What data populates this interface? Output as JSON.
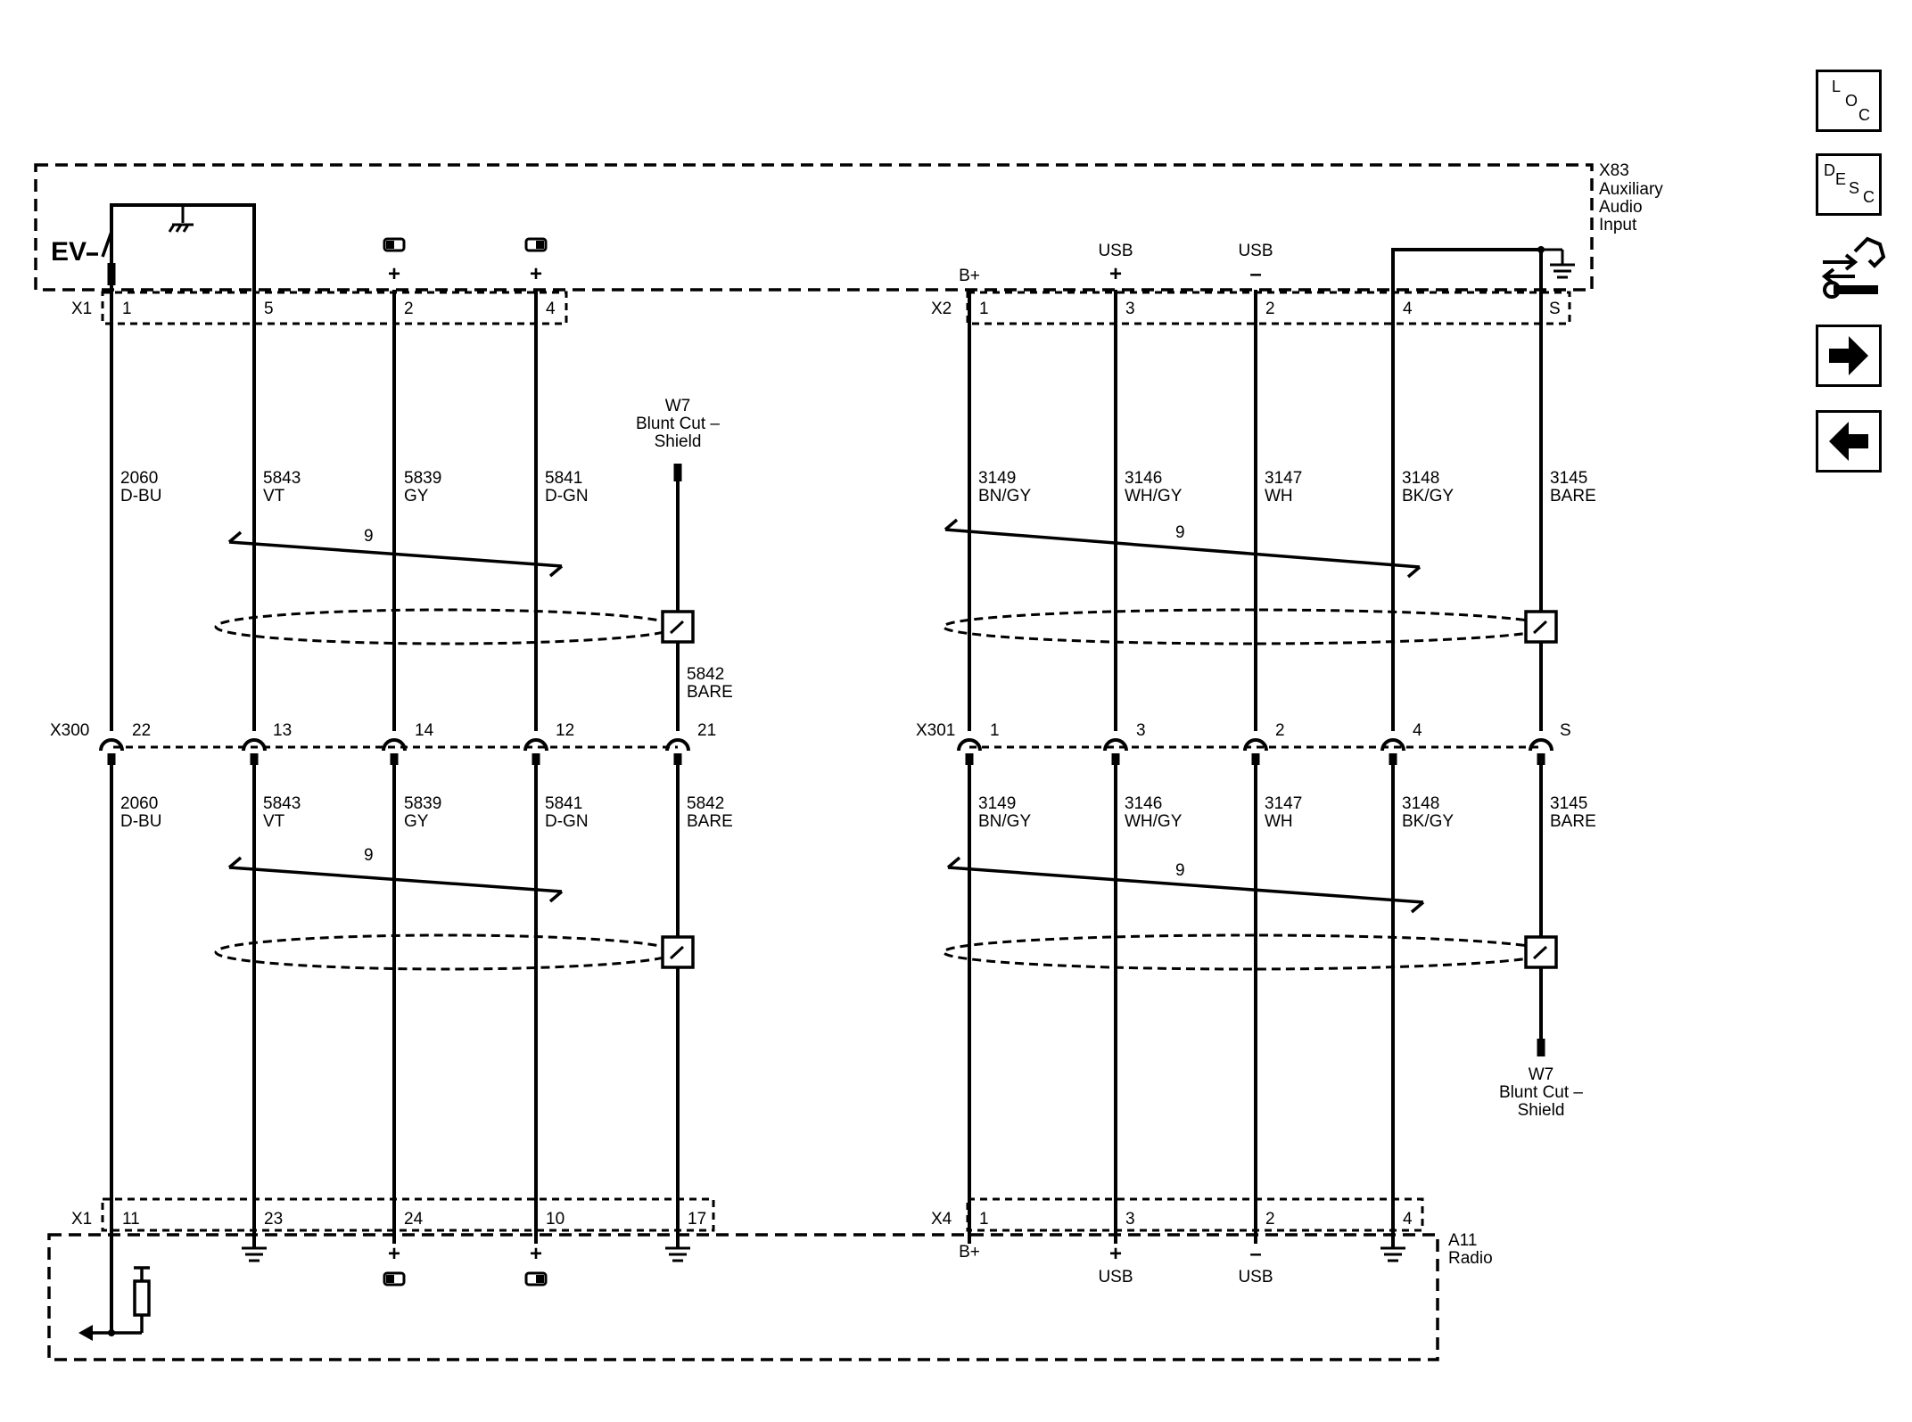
{
  "components": {
    "x83": {
      "ref": "X83",
      "line1": "Auxiliary",
      "line2": "Audio",
      "line3": "Input"
    },
    "a11": {
      "ref": "A11",
      "name": "Radio"
    }
  },
  "connectors": {
    "x1_top": "X1",
    "x2_top": "X2",
    "x300": "X300",
    "x301": "X301",
    "x1_bottom": "X1",
    "x4_bottom": "X4"
  },
  "pins": {
    "x1_top": [
      "1",
      "5",
      "2",
      "4"
    ],
    "x2_top": [
      "1",
      "3",
      "2",
      "4",
      "S"
    ],
    "x300": [
      "22",
      "13",
      "14",
      "12",
      "21"
    ],
    "x301": [
      "1",
      "3",
      "2",
      "4",
      "S"
    ],
    "x1_bottom": [
      "11",
      "23",
      "24",
      "10",
      "17"
    ],
    "x4_bottom": [
      "1",
      "3",
      "2",
      "4"
    ]
  },
  "terminal_labels": {
    "plus": "+",
    "minus": "–",
    "usb": "USB",
    "b_plus": "B+"
  },
  "wires_upper": [
    {
      "circuit": "2060",
      "color": "D-BU"
    },
    {
      "circuit": "5843",
      "color": "VT"
    },
    {
      "circuit": "5839",
      "color": "GY"
    },
    {
      "circuit": "5841",
      "color": "D-GN"
    },
    {
      "circuit": "3149",
      "color": "BN/GY"
    },
    {
      "circuit": "3146",
      "color": "WH/GY"
    },
    {
      "circuit": "3147",
      "color": "WH"
    },
    {
      "circuit": "3148",
      "color": "BK/GY"
    },
    {
      "circuit": "3145",
      "color": "BARE"
    }
  ],
  "wires_lower": [
    {
      "circuit": "2060",
      "color": "D-BU"
    },
    {
      "circuit": "5843",
      "color": "VT"
    },
    {
      "circuit": "5839",
      "color": "GY"
    },
    {
      "circuit": "5841",
      "color": "D-GN"
    },
    {
      "circuit": "5842",
      "color": "BARE"
    },
    {
      "circuit": "3149",
      "color": "BN/GY"
    },
    {
      "circuit": "3146",
      "color": "WH/GY"
    },
    {
      "circuit": "3147",
      "color": "WH"
    },
    {
      "circuit": "3148",
      "color": "BK/GY"
    },
    {
      "circuit": "3145",
      "color": "BARE"
    }
  ],
  "shield_drain": {
    "circuit": "5842",
    "color": "BARE"
  },
  "twist_label": "9",
  "splice_w7": {
    "ref": "W7",
    "line1": "Blunt Cut –",
    "line2": "Shield"
  },
  "ev_label": "EV",
  "nav": {
    "loc": {
      "l1": "L",
      "l2": "O",
      "l3": "C"
    },
    "desc": {
      "l1": "D",
      "l2": "E",
      "l3": "S",
      "l4": "C"
    },
    "icons": [
      "connector-tool-icon",
      "next-arrow-icon",
      "back-arrow-icon"
    ]
  }
}
